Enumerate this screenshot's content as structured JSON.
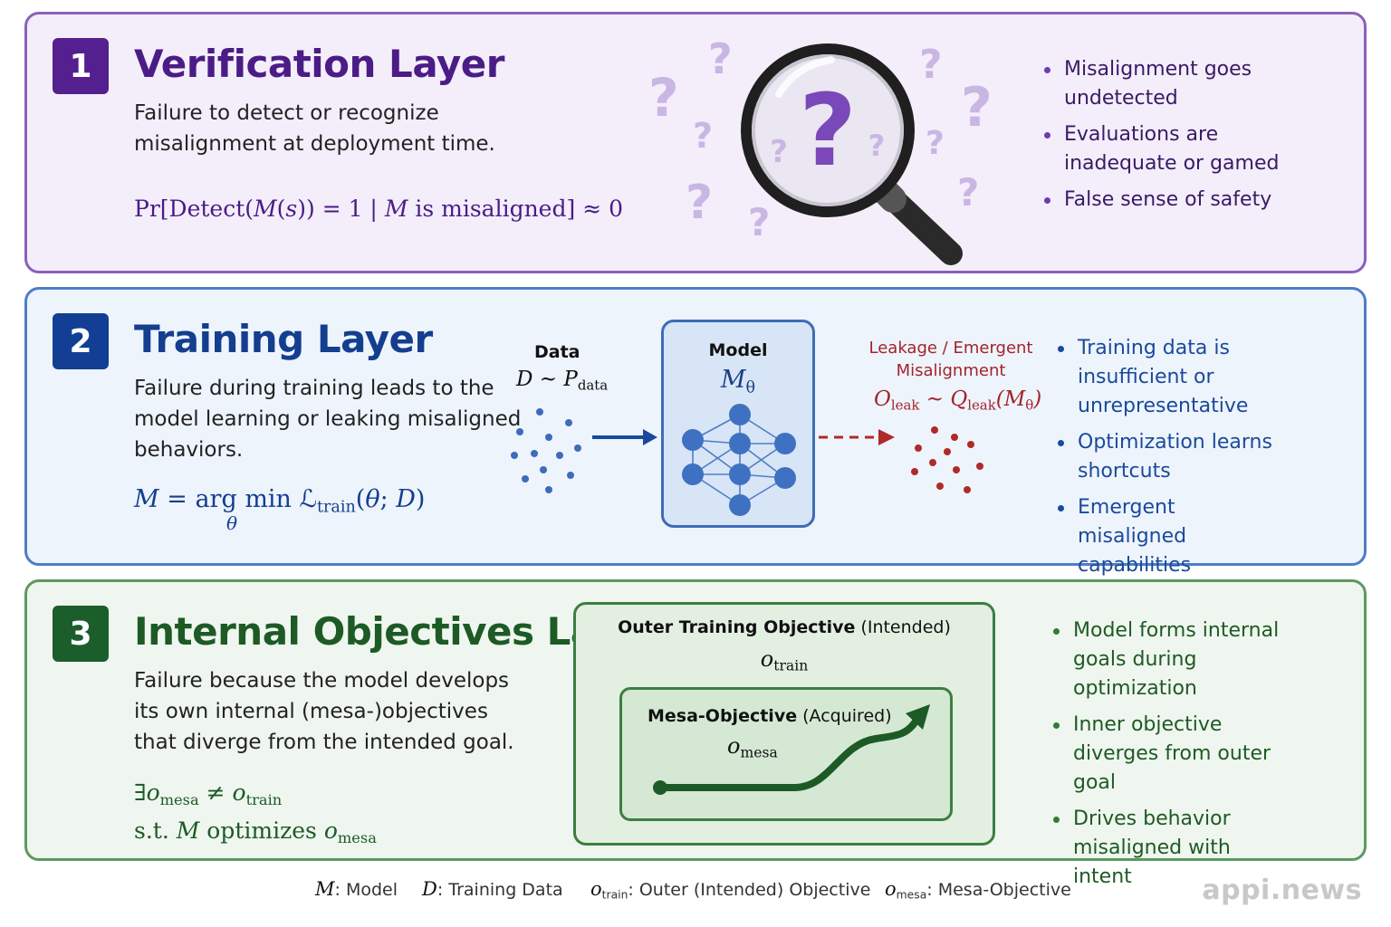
{
  "layers": [
    {
      "number": "1",
      "title": "Verification Layer",
      "description": [
        "Failure to detect or recognize",
        "misalignment at deployment time."
      ],
      "formula": "Pr[Detect(M(s)) = 1 | M is misaligned] ≈ 0",
      "bullets": [
        "Misalignment goes undetected",
        "Evaluations are inadequate or gamed",
        "False sense of safety"
      ],
      "accent": "#54208f"
    },
    {
      "number": "2",
      "title": "Training Layer",
      "description": [
        "Failure during training leads to the",
        "model learning or leaking misaligned",
        "behaviors."
      ],
      "formula": "M = arg min ℒtrain(θ; D) θ",
      "bullets": [
        "Training data is insufficient or unrepresentative",
        "Optimization learns shortcuts",
        "Emergent misaligned capabilities"
      ],
      "diagram": {
        "data_label": "Data",
        "data_math": "D ~ Pdata",
        "model_label": "Model",
        "model_math": "Mθ",
        "leak_label": [
          "Leakage / Emergent",
          "Misalignment"
        ],
        "leak_math": "Oleak ~ Qleak(Mθ)"
      },
      "accent": "#123f93"
    },
    {
      "number": "3",
      "title": "Internal Objectives Layer",
      "description": [
        "Failure because the model develops",
        "its own internal (mesa-)objectives",
        "that diverge from the intended goal."
      ],
      "formula_lines": [
        "∃omesa ≠ otrain",
        "s.t. M optimizes omesa"
      ],
      "bullets": [
        "Model forms internal goals during optimization",
        "Inner objective diverges from outer goal",
        "Drives behavior misaligned with intent"
      ],
      "diagram": {
        "outer_label_bold": "Outer Training Objective",
        "outer_label_rest": "(Intended)",
        "outer_math": "otrain",
        "inner_label_bold": "Mesa-Objective",
        "inner_label_rest": "(Acquired)",
        "inner_math": "omesa"
      },
      "accent": "#1b5e2b"
    }
  ],
  "legend": [
    {
      "symbol": "M",
      "text": ": Model"
    },
    {
      "symbol": "D",
      "text": ": Training Data"
    },
    {
      "symbol": "otrain",
      "text": ": Outer (Intended) Objective"
    },
    {
      "symbol": "omesa",
      "text": ": Mesa-Objective"
    }
  ],
  "watermark": "appi.news",
  "icons": [
    "magnifying-glass-icon",
    "question-mark-icon",
    "neural-network-icon",
    "arrow-right-icon",
    "curved-arrow-icon"
  ]
}
